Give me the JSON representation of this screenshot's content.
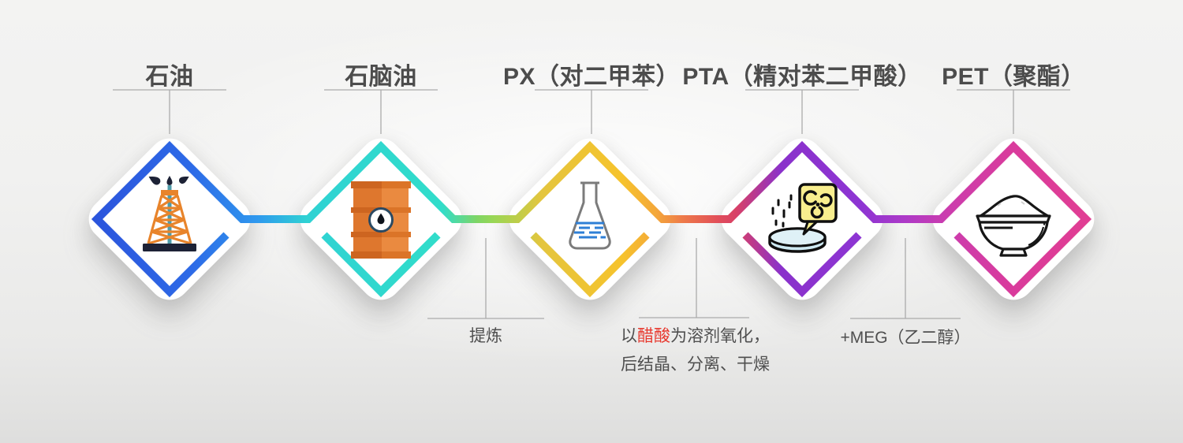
{
  "diagram": {
    "stages": [
      {
        "name": "petroleum",
        "label": "石油",
        "icon": "oil-derrick-icon",
        "accent_color": "#2c5ce2"
      },
      {
        "name": "naphtha",
        "label": "石脑油",
        "icon": "oil-barrel-icon",
        "accent_color": "#30d8d0"
      },
      {
        "name": "px",
        "label": "PX（对二甲苯）",
        "icon": "erlenmeyer-flask-icon",
        "accent_color": "#f5c42d"
      },
      {
        "name": "pta",
        "label": "PTA（精对苯二甲酸）",
        "icon": "petri-dish-icon",
        "accent_color": "#8531cf"
      },
      {
        "name": "pet",
        "label": "PET（聚酯）",
        "icon": "powder-bowl-icon",
        "accent_color": "#da3b9b"
      }
    ],
    "transitions": [
      {
        "from": "石油",
        "to": "石脑油",
        "note": ""
      },
      {
        "from": "石脑油",
        "to": "PX（对二甲苯）",
        "note": "提炼"
      },
      {
        "from": "PX（对二甲苯）",
        "to": "PTA（精对苯二甲酸）",
        "note": "以醋酸为溶剂氧化，后结晶、分离、干燥",
        "note_highlight": "醋酸"
      },
      {
        "from": "PTA（精对苯二甲酸）",
        "to": "PET（聚酯）",
        "note": "+MEG（乙二醇）"
      }
    ],
    "notes": {
      "refine": "提炼",
      "oxidation_prefix": "以",
      "oxidation_highlight": "醋酸",
      "oxidation_suffix": "为溶剂氧化，",
      "oxidation_line2": "后结晶、分离、干燥",
      "meg": "+MEG（乙二醇）"
    },
    "colors": {
      "highlight_red": "#e8372c",
      "label_text": "#4c4c4c",
      "note_text": "#4f4f4f",
      "rule_line": "#ababab",
      "flow_gradient": [
        "#2b54dc",
        "#2fd2d3",
        "#8ed65c",
        "#f6c32c",
        "#e25058",
        "#8a31cb",
        "#ae3ac7",
        "#e13e93"
      ]
    }
  }
}
